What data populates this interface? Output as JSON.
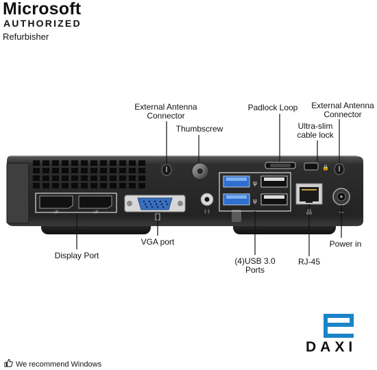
{
  "brand": {
    "microsoft": "Microsoft",
    "authorized": "AUTHORIZED",
    "refurbisher": "Refurbisher"
  },
  "labels": {
    "ext_antenna_left_l1": "External Antenna",
    "ext_antenna_left_l2": "Connector",
    "thumbscrew": "Thumbscrew",
    "padlock_loop": "Padlock Loop",
    "ultraslim_l1": "Ultra-slim",
    "ultraslim_l2": "cable lock",
    "ext_antenna_right_l1": "External Antenna",
    "ext_antenna_right_l2": "Connector",
    "display_port": "Display Port",
    "vga_port": "VGA port",
    "usb_l1": "(4)USB 3.0",
    "usb_l2": "Ports",
    "rj45": "RJ-45",
    "power_in": "Power in"
  },
  "footer": {
    "recommend": "We recommend Windows",
    "thumb_icon": "thumbs-up-icon"
  },
  "logo": {
    "name": "DAXI",
    "icon": "daxi-e-logo-icon",
    "color": "#1b84c8"
  },
  "colors": {
    "chassis": "#2b2b2b",
    "port_blue": "#2f6fd0",
    "leader_line": "#111111"
  }
}
